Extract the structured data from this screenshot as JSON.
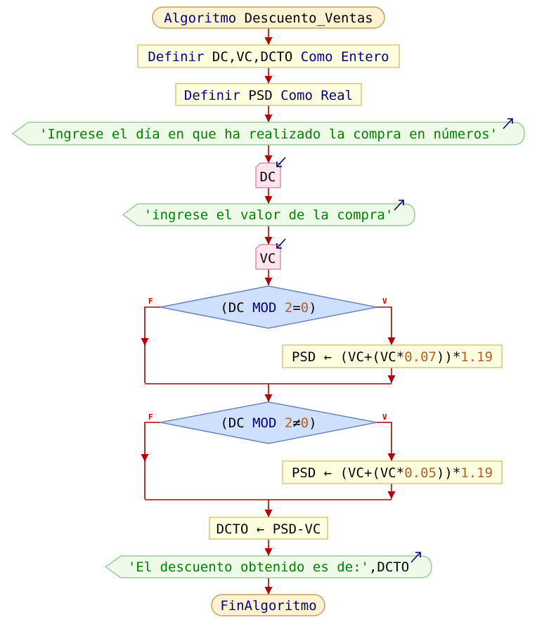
{
  "colors": {
    "flow_line": "#b00000",
    "terminal_fill": "#fff2d0",
    "terminal_stroke": "#c8a060",
    "process_fill": "#ffffe0",
    "process_stroke": "#d8c870",
    "output_fill": "#eefbe8",
    "output_stroke": "#9ccc9c",
    "input_fill": "#ffe4ee",
    "input_stroke": "#d890b0",
    "decision_fill": "#cfe0ff",
    "decision_stroke": "#6a84c0",
    "keyword": "#00007f",
    "string": "#007f00",
    "number": "#b0602a",
    "branch_label": "#cc0000"
  },
  "flow": {
    "start": {
      "parts": [
        [
          "kw",
          "Algoritmo "
        ],
        [
          "id",
          "Descuento_Ventas"
        ]
      ]
    },
    "def1": {
      "parts": [
        [
          "kw",
          "Definir "
        ],
        [
          "id",
          "DC,VC,DCTO"
        ],
        [
          "kw",
          " Como Entero"
        ]
      ]
    },
    "def2": {
      "parts": [
        [
          "kw",
          "Definir "
        ],
        [
          "id",
          "PSD"
        ],
        [
          "kw",
          " Como Real"
        ]
      ]
    },
    "out1": {
      "parts": [
        [
          "str",
          "'Ingrese el día en que ha realizado la compra en números'"
        ]
      ],
      "arrow_icon": "output-arrow-icon"
    },
    "in1": {
      "parts": [
        [
          "id",
          "DC"
        ]
      ],
      "arrow_icon": "input-arrow-icon"
    },
    "out2": {
      "parts": [
        [
          "str",
          "'ingrese el valor de la compra'"
        ]
      ],
      "arrow_icon": "output-arrow-icon"
    },
    "in2": {
      "parts": [
        [
          "id",
          "VC"
        ]
      ],
      "arrow_icon": "input-arrow-icon"
    },
    "dec1": {
      "parts": [
        [
          "op",
          "("
        ],
        [
          "id",
          "DC "
        ],
        [
          "kw",
          "MOD "
        ],
        [
          "num",
          "2"
        ],
        [
          "op",
          "="
        ],
        [
          "num",
          "0"
        ],
        [
          "op",
          ")"
        ]
      ],
      "false_label": "F",
      "true_label": "V"
    },
    "assign1": {
      "parts": [
        [
          "id",
          "PSD "
        ],
        [
          "op",
          "← "
        ],
        [
          "op",
          "("
        ],
        [
          "id",
          "VC"
        ],
        [
          "op",
          "+"
        ],
        [
          "op",
          "("
        ],
        [
          "id",
          "VC"
        ],
        [
          "op",
          "*"
        ],
        [
          "num",
          "0.07"
        ],
        [
          "op",
          "))"
        ],
        [
          "op",
          "*"
        ],
        [
          "num",
          "1.19"
        ]
      ]
    },
    "dec2": {
      "parts": [
        [
          "op",
          "("
        ],
        [
          "id",
          "DC "
        ],
        [
          "kw",
          "MOD "
        ],
        [
          "num",
          "2"
        ],
        [
          "op",
          "≠"
        ],
        [
          "num",
          "0"
        ],
        [
          "op",
          ")"
        ]
      ],
      "false_label": "F",
      "true_label": "V"
    },
    "assign2": {
      "parts": [
        [
          "id",
          "PSD "
        ],
        [
          "op",
          "← "
        ],
        [
          "op",
          "("
        ],
        [
          "id",
          "VC"
        ],
        [
          "op",
          "+"
        ],
        [
          "op",
          "("
        ],
        [
          "id",
          "VC"
        ],
        [
          "op",
          "*"
        ],
        [
          "num",
          "0.05"
        ],
        [
          "op",
          "))"
        ],
        [
          "op",
          "*"
        ],
        [
          "num",
          "1.19"
        ]
      ]
    },
    "assign3": {
      "parts": [
        [
          "id",
          "DCTO "
        ],
        [
          "op",
          "← "
        ],
        [
          "id",
          "PSD-VC"
        ]
      ]
    },
    "out3": {
      "parts": [
        [
          "str",
          "'El descuento obtenido es de:'"
        ],
        [
          "id",
          ",DCTO"
        ]
      ],
      "arrow_icon": "output-arrow-icon"
    },
    "end": {
      "parts": [
        [
          "kw",
          "FinAlgoritmo"
        ]
      ]
    }
  }
}
